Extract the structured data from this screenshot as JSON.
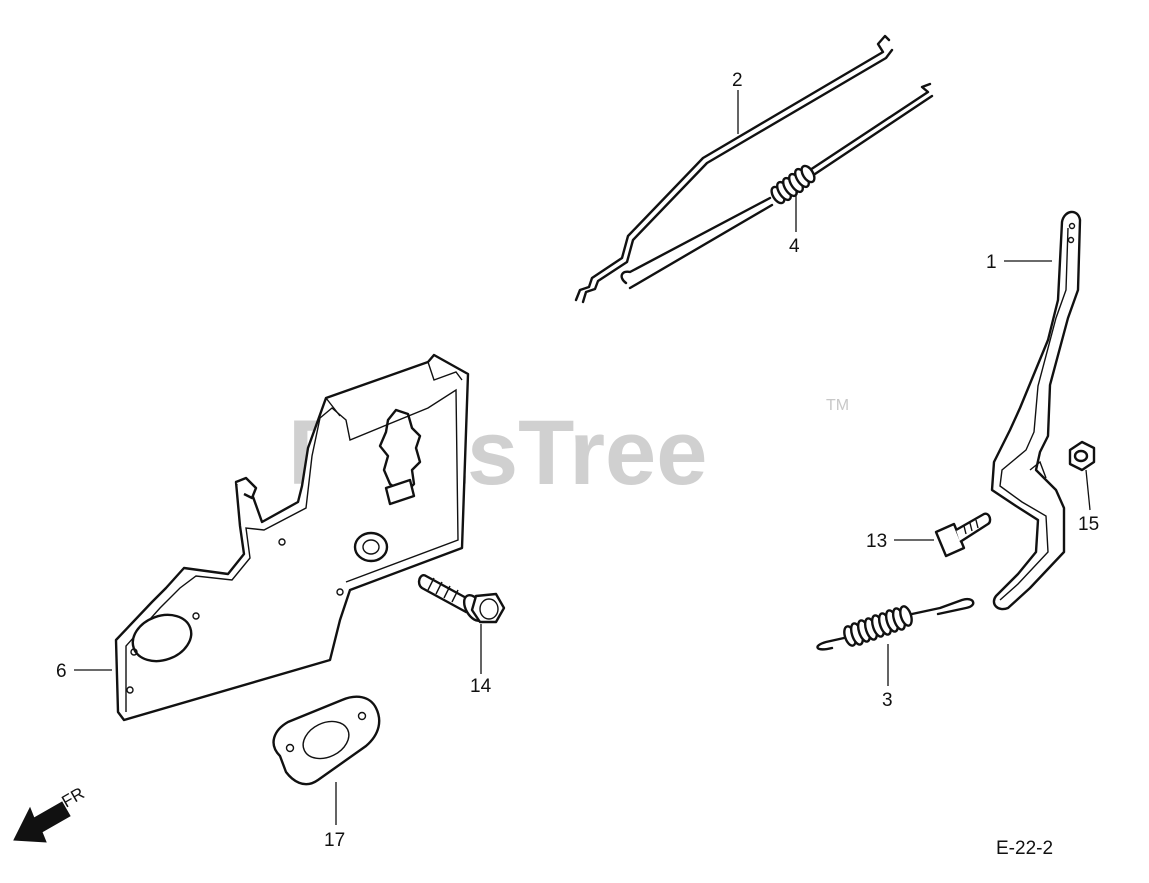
{
  "watermark": {
    "text": "PartsTree",
    "trademark": "TM"
  },
  "callouts": {
    "c1": "1",
    "c2": "2",
    "c3": "3",
    "c4": "4",
    "c6": "6",
    "c13": "13",
    "c14": "14",
    "c15": "15",
    "c17": "17"
  },
  "direction_label": "FR",
  "diagram_ref": "E-22-2",
  "colors": {
    "line": "#111111",
    "watermark": "#c8c8c8",
    "background": "#ffffff"
  }
}
